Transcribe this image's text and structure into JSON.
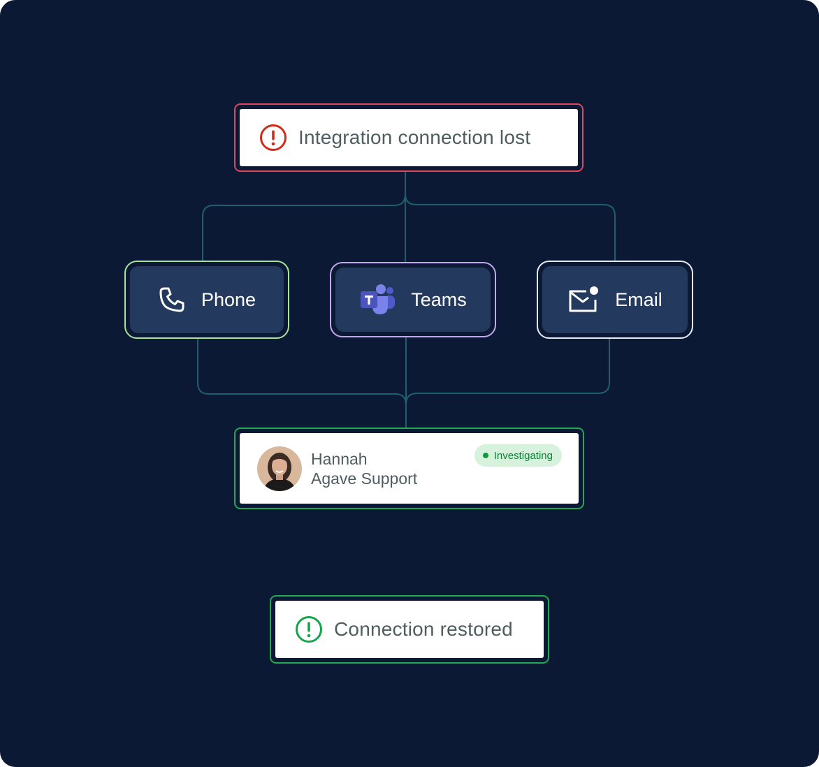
{
  "alerts": {
    "lost": {
      "text": "Integration connection lost",
      "icon": "alert-circle-icon",
      "color": "#e2465e",
      "icon_color": "#d32b18"
    },
    "restored": {
      "text": "Connection restored",
      "icon": "alert-circle-icon",
      "color": "#22a952"
    }
  },
  "channels": [
    {
      "label": "Phone",
      "icon": "phone-icon",
      "border_color": "#a7e49a"
    },
    {
      "label": "Teams",
      "icon": "microsoft-teams-icon",
      "border_color": "#c3a8f0"
    },
    {
      "label": "Email",
      "icon": "email-notification-icon",
      "border_color": "#e6edf4"
    }
  ],
  "agent": {
    "name": "Hannah",
    "team": "Agave Support",
    "status": "Investigating",
    "status_color": "#129a3f"
  },
  "colors": {
    "background": "#0c1935",
    "channel_card": "#233a5e",
    "connector": "#1f5f6b"
  }
}
